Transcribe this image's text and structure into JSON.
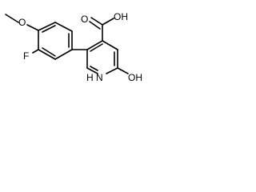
{
  "molecule": {
    "atoms": {
      "oxygen_methoxy": "O",
      "fluorine": "F",
      "carboxyl_oh": "OH",
      "carbonyl_o": "O",
      "ring_nitrogen": "N",
      "hydroxy": "OH",
      "ring_nh_h": "H"
    },
    "colors": {
      "bond": "#000000",
      "label": "#000000"
    }
  }
}
